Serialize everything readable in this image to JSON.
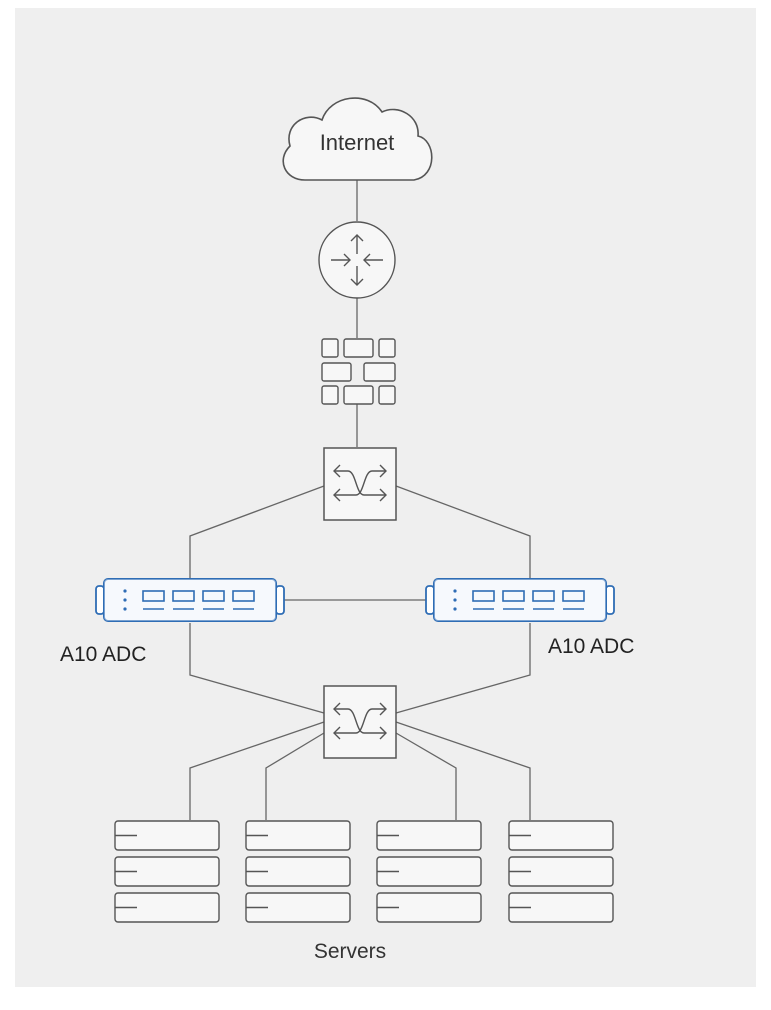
{
  "diagram": {
    "internet_label": "Internet",
    "adc_left_label": "A10 ADC",
    "adc_right_label": "A10 ADC",
    "servers_label": "Servers"
  },
  "colors": {
    "background": "#efefef",
    "stroke": "#555555",
    "line": "#666666",
    "adc_blue": "#2f6db5",
    "node_fill": "#f7f7f7"
  },
  "icons": {
    "internet": "cloud-icon",
    "router": "router-icon",
    "firewall": "firewall-icon",
    "switches": "switch-icon",
    "adc": "adc-appliance-icon",
    "server": "server-stack-icon"
  }
}
